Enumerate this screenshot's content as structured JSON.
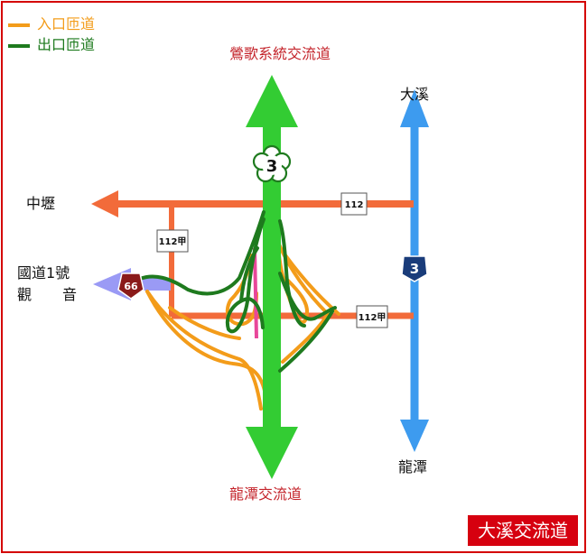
{
  "legend": {
    "entrance": {
      "label": "入口匝道",
      "color": "#f39c1a"
    },
    "exit": {
      "label": "出口匝道",
      "color": "#1e7a1e"
    }
  },
  "labels": {
    "north": "鶯歌系統交流道",
    "south": "龍潭交流道",
    "west": "中壢",
    "west_lower_1": "國道1號",
    "west_lower_2_a": "觀",
    "west_lower_2_b": "音",
    "east_north": "大溪",
    "east_south": "龍潭"
  },
  "shields": {
    "freeway_3": "3",
    "provincial_3": "3",
    "expressway_66": "66",
    "route_112": "112",
    "route_112a_left": "112甲",
    "route_112a_right": "112甲"
  },
  "title": "大溪交流道",
  "colors": {
    "freeway": "#33cc33",
    "provincial": "#3d9bef",
    "county": "#f26b3a",
    "expressway_66": "#9a9af5",
    "exit_ramp": "#1e7a1e",
    "entrance_ramp": "#f39c1a",
    "connector": "#e8479a",
    "frame": "#d40000"
  }
}
